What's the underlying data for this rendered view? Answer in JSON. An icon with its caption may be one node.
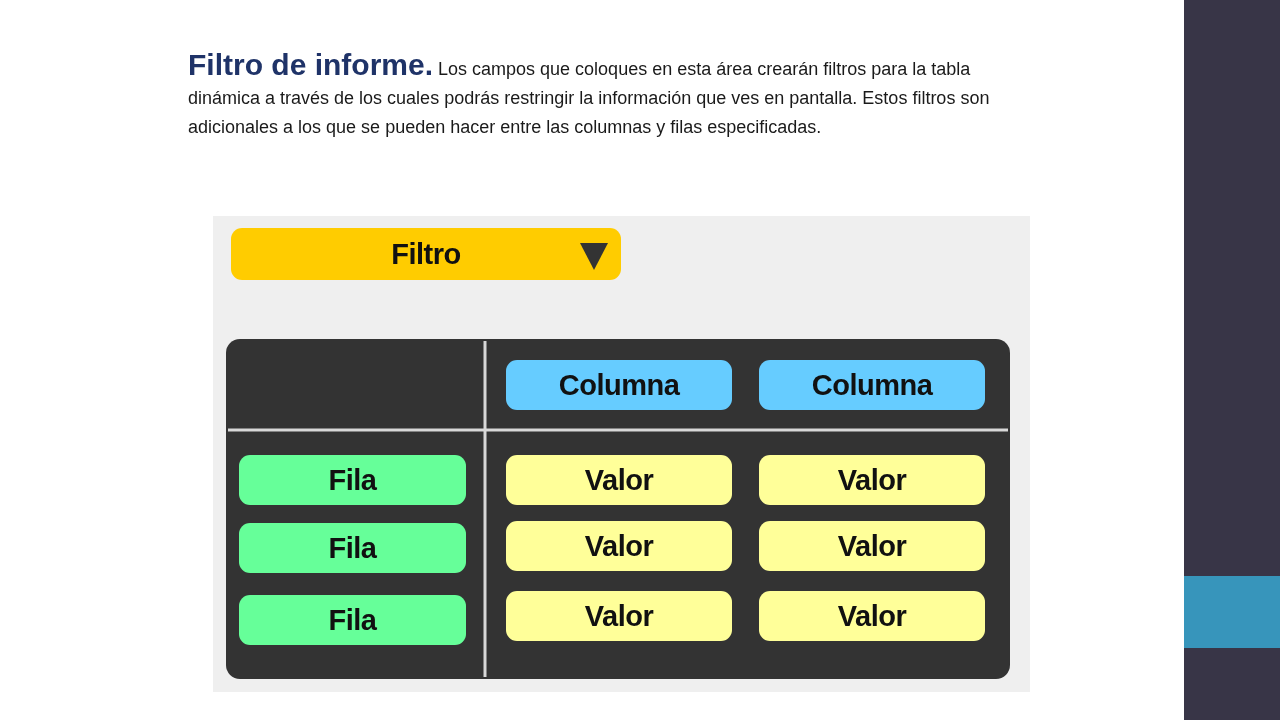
{
  "diagram": {
    "nodes": [
      {
        "text": [],
        "shape": "box"
      },
      {
        "text": [
          "Filtro"
        ],
        "in": 0
      },
      {
        "text": [],
        "shape": "box",
        "in": 0
      },
      {
        "text": [
          "Columna"
        ],
        "in": 2
      },
      {
        "text": [
          "Columna"
        ],
        "in": 2
      },
      {
        "text": [
          "Fila"
        ],
        "in": 2
      },
      {
        "text": [
          "Valor"
        ],
        "in": 2
      },
      {
        "text": [
          "Valor"
        ],
        "in": 2
      },
      {
        "text": [
          "Fila"
        ],
        "in": 2
      },
      {
        "text": [
          "Valor"
        ],
        "in": 2
      },
      {
        "text": [
          "Valor"
        ],
        "in": 2
      },
      {
        "text": [
          "Fila"
        ],
        "in": 2
      },
      {
        "text": [
          "Valor"
        ],
        "in": 2
      },
      {
        "text": [
          "Valor"
        ],
        "in": 2
      }
    ],
    "labels": [
      "**Filtro de informe.** Los campos que coloques en esta área crearán filtros para la tabla dinámica a través de los cuales podrás restringir la información que ves en pantalla. Estos filtros son adicionales a los que se pueden hacer entre las columnas y filas especificadas."
    ]
  }
}
